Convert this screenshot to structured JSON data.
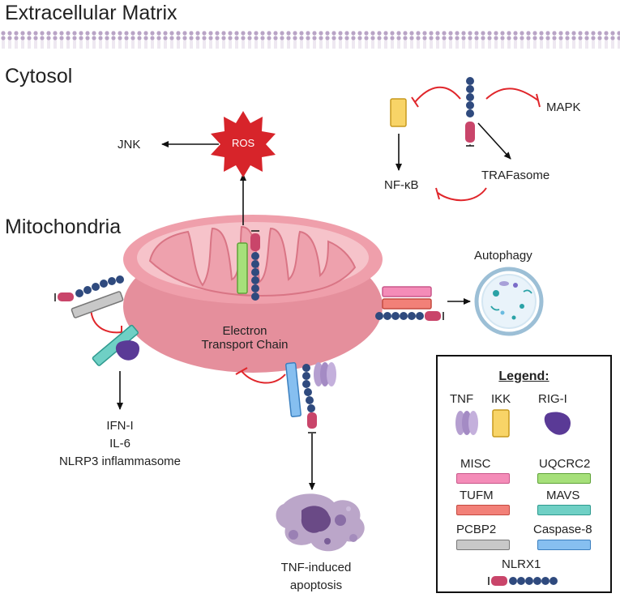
{
  "regions": {
    "extracellular": "Extracellular Matrix",
    "cytosol": "Cytosol",
    "mitochondria": "Mitochondria"
  },
  "labels": {
    "jnk": "JNK",
    "ros": "ROS",
    "mapk": "MAPK",
    "nfkb": "NF-κB",
    "trafasome": "TRAFasome",
    "autophagy": "Autophagy",
    "etc_line1": "Electron",
    "etc_line2": "Transport Chain",
    "ifn": "IFN-I",
    "il6": "IL-6",
    "nlrp3": "NLRP3 inflammasome",
    "apop_line1": "TNF-induced",
    "apop_line2": "apoptosis"
  },
  "legend": {
    "title": "Legend:",
    "tnf": "TNF",
    "ikk": "IKK",
    "rigi": "RIG-I",
    "misc": "MISC",
    "uqcrc2": "UQCRC2",
    "tufm": "TUFM",
    "mavs": "MAVS",
    "pcbp2": "PCBP2",
    "caspase8": "Caspase-8",
    "nlrx1": "NLRX1"
  },
  "colors": {
    "membrane": "#b9a4c6",
    "mito_outer": "#e58f9c",
    "mito_inner": "#f3b3bd",
    "bead": "#2f4a7e",
    "nlrx1_head": "#c9456a",
    "inhibit": "#e0262b",
    "ros": "#d7242a",
    "misc": "#f48cb8",
    "uqcrc2": "#a6e07a",
    "tufm": "#f28078",
    "mavs": "#6fd0c5",
    "pcbp2": "#c8c8c8",
    "caspase8": "#86bff0",
    "ikk": "#f8d467",
    "tnf": "#b59fd0",
    "rigi": "#5a3a96"
  }
}
